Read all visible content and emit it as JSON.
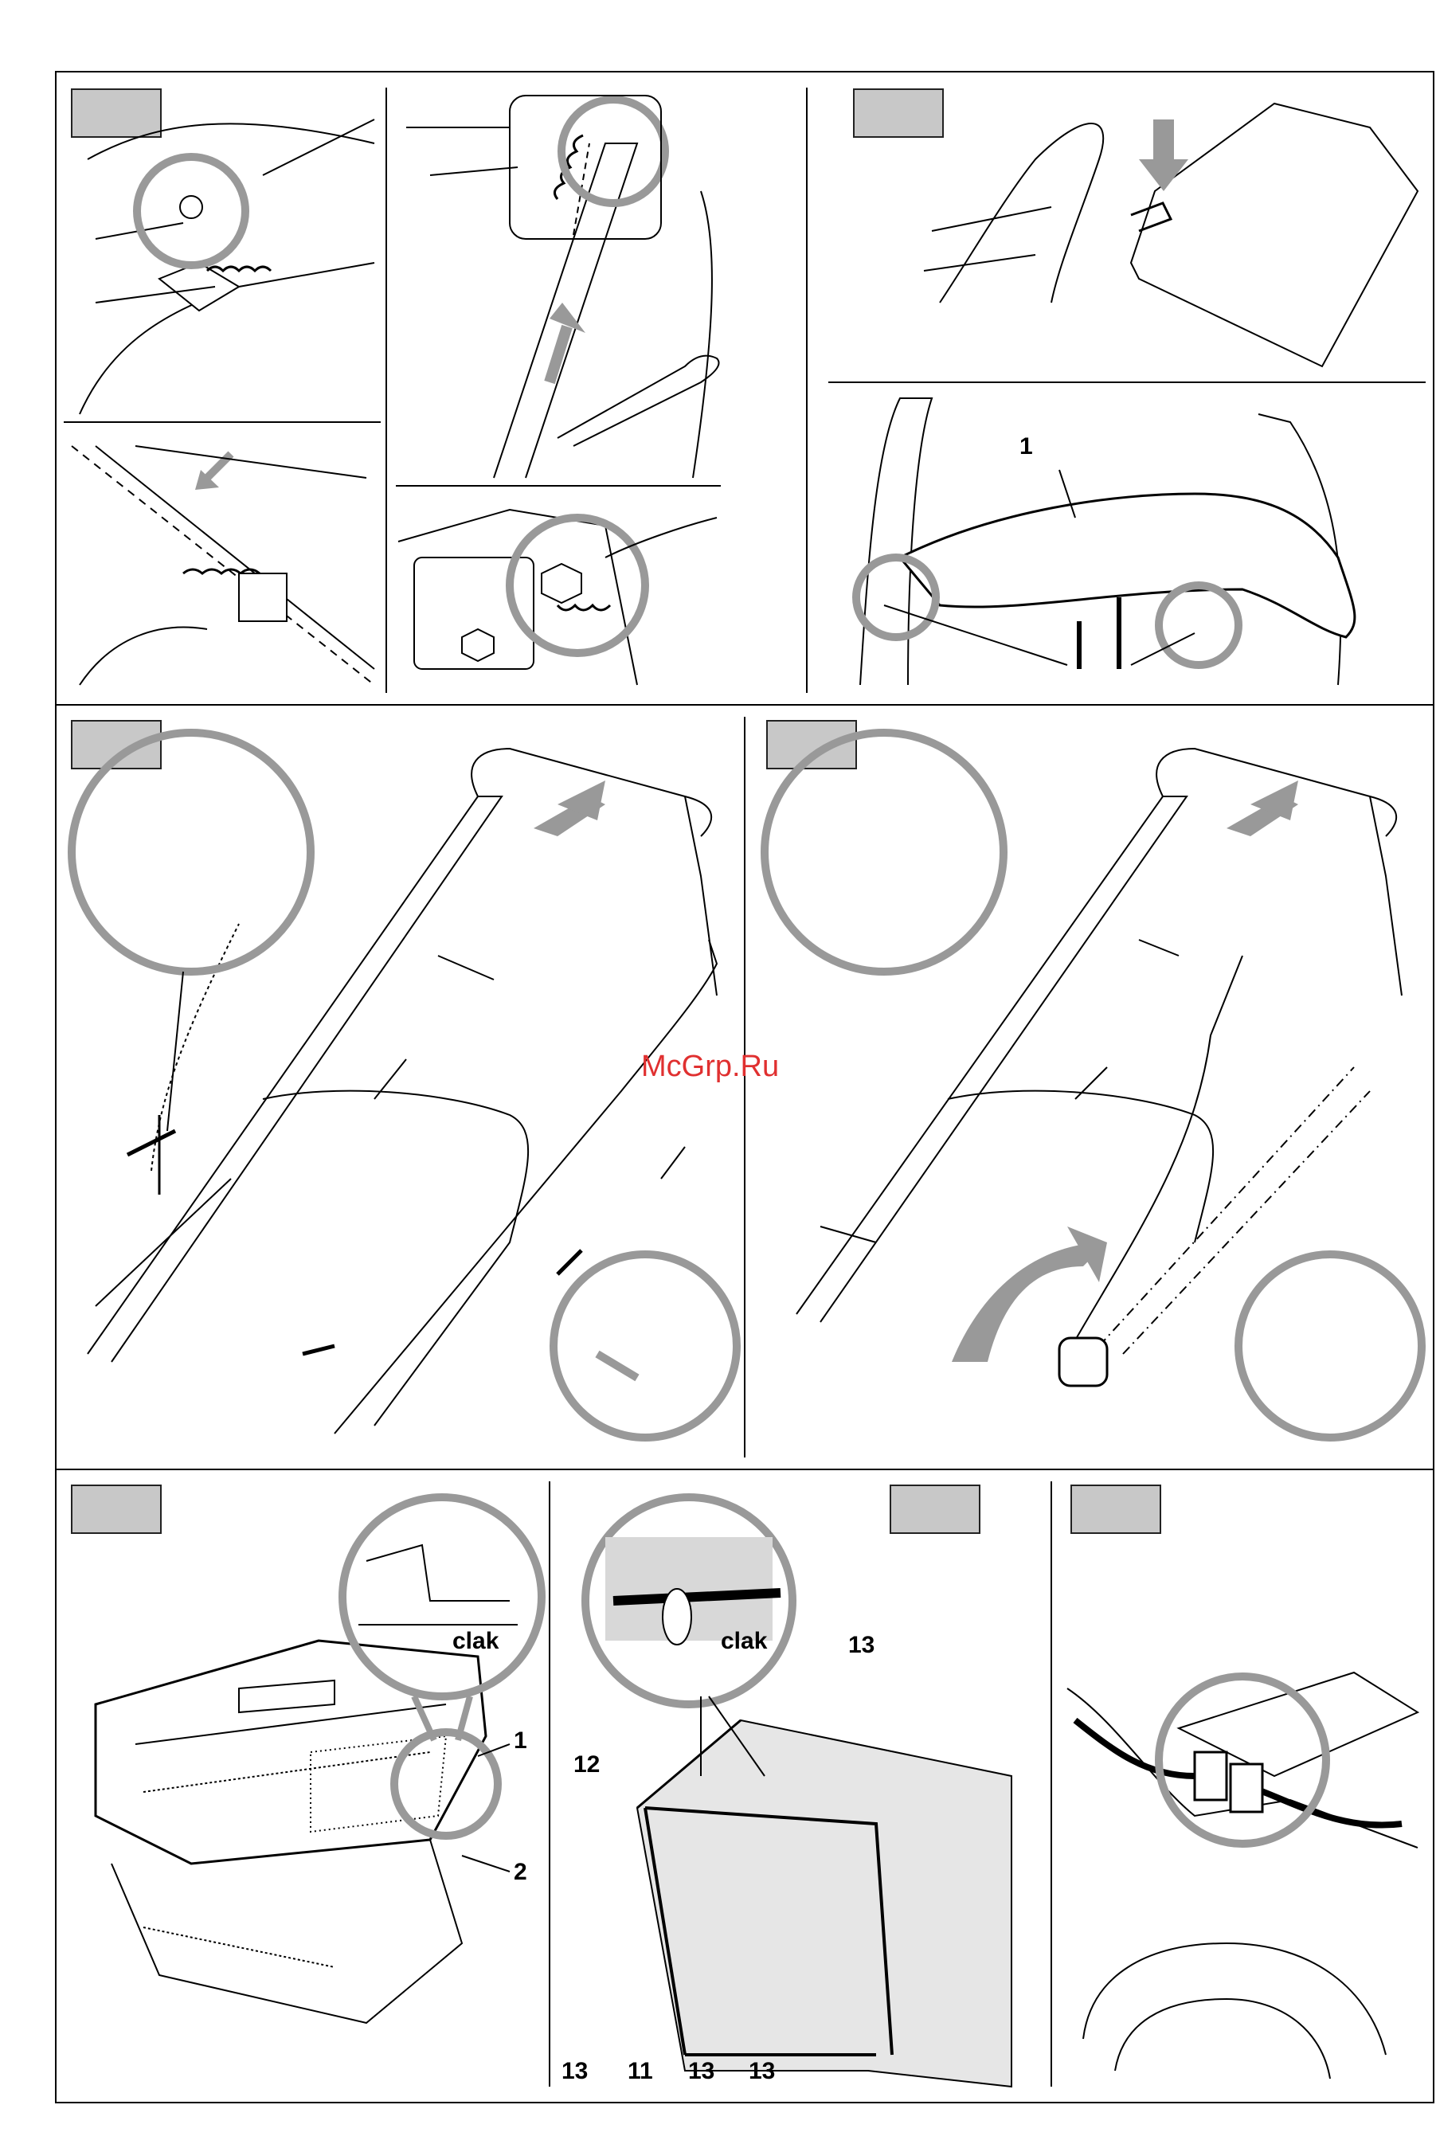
{
  "watermark": "McGrp.Ru",
  "panels": {
    "handle_top": {
      "label_1": "1"
    },
    "grass_bag": {
      "click_word": "clak",
      "label_1": "1",
      "label_2": "2"
    },
    "bag_frame": {
      "click_word": "clak",
      "label_13": "13",
      "label_12": "12",
      "label_11": "11"
    }
  },
  "colors": {
    "tab_fill": "#c8c8c8",
    "circle_stroke": "#999999",
    "arrow_fill": "#999999",
    "watermark": "#e03030"
  }
}
